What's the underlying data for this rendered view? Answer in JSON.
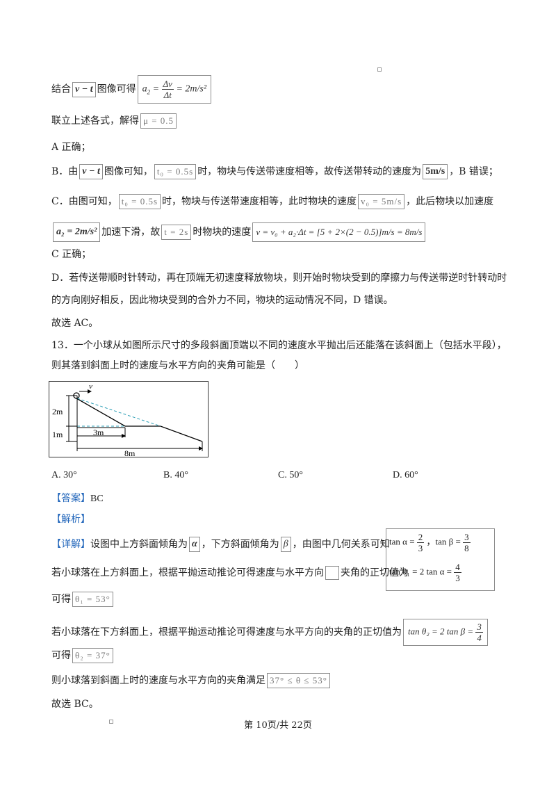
{
  "page": {
    "line1": {
      "pre": "结合",
      "vt": "v − t",
      "mid": "图像可得",
      "a2": "a",
      "sub2": "2",
      "eq": "= ",
      "dv": "Δv",
      "dt": "Δt",
      "val": "= 2m/s²"
    },
    "line2": {
      "pre": "联立上述各式，解得",
      "mu": "μ = 0.5"
    },
    "line3": {
      "text": "A 正确；"
    },
    "line4": {
      "pre": "B．由",
      "vt": "v − t",
      "mid1": "图像可知，",
      "t0": "t₀ = 0.5s",
      "mid2": "时，物块与传送带速度相等，故传送带转动的速度为",
      "v": "5m/s",
      "post": "，B 错误；"
    },
    "line5": {
      "pre": "C．由图可知，",
      "t0": "t₀ = 0.5s",
      "mid": "时，物块与传送带速度相等，此时物块的速度",
      "v0": "v₀ = 5m/s",
      "post": "，此后物块以加速度"
    },
    "line6": {
      "a2": "a₂ = 2m/s²",
      "mid1": "加速下滑，故",
      "t": "t = 2s",
      "mid2": "时物块的速度",
      "formula": "v = v₀ + a₂·Δt = [5 + 2×(2 − 0.5)]m/s = 8m/s"
    },
    "line7": {
      "text": "C 正确；"
    },
    "line8": {
      "text": "D．若传送带顺时针转动，再在顶端无初速度释放物块，则开始时物块受到的摩擦力与传送带逆时针转动时"
    },
    "line9": {
      "text": "的方向刚好相反，因此物块受到的合外力不同，物块的运动情况不同，D 错误。"
    },
    "line10": {
      "text": "故选 AC。"
    },
    "q13_line1": {
      "text": "13．一个小球从如图所示尺寸的多段斜面顶端以不同的速度水平抛出后还能落在该斜面上（包括水平段），"
    },
    "q13_line2": {
      "text": "则其落到斜面上时的速度与水平方向的夹角可能是（　　）"
    },
    "figure": {
      "v_label": "v",
      "h_top": "2m",
      "h_bottom": "1m",
      "w_middle": "3m",
      "w_total": "8m"
    },
    "options": {
      "a": "A. 30°",
      "b": "B. 40°",
      "c": "C. 50°",
      "d": "D. 60°"
    },
    "answer": {
      "tag": "【答案】",
      "value": "BC"
    },
    "analysis": {
      "tag": "【解析】"
    },
    "detail": {
      "tag": "【详解】",
      "l1_pre": "设图中上方斜面倾角为",
      "alpha": "α",
      "l1_mid": "，下方斜面倾角为",
      "beta": "β",
      "l1_post": "，由图中几何关系可知",
      "tan_a": "tan α =",
      "tan_a_num": "2",
      "tan_a_den": "3",
      "tan_b": "，tan β =",
      "tan_b_num": "3",
      "tan_b_den": "8",
      "l2_pre": "若小球落在上方斜面上，根据平抛运动推论可得速度与水平方向",
      "l2_post": "夹角的正切值为",
      "tan_t1": "tan θ₁ = 2 tan α =",
      "tan_t1_num": "4",
      "tan_t1_den": "3",
      "l3_pre": "可得",
      "theta1": "θ₁ = 53°",
      "l4_pre": "若小球落在下方斜面上，根据平抛运动推论可得速度与水平方向的夹角的正切值为",
      "tan_t2": "tan θ₂ = 2 tan β =",
      "tan_t2_num": "3",
      "tan_t2_den": "4",
      "l5_pre": "可得",
      "theta2": "θ₂ = 37°",
      "l6_pre": "则小球落到斜面上时的速度与水平方向的夹角满足",
      "range": "37° ≤ θ ≤ 53°",
      "l7": "故选 BC。"
    },
    "footer": "第 10页/共 22页"
  },
  "colors": {
    "tag": "#2266bb",
    "dashed": "#2a9db5",
    "box_border": "#8c8c8c"
  }
}
